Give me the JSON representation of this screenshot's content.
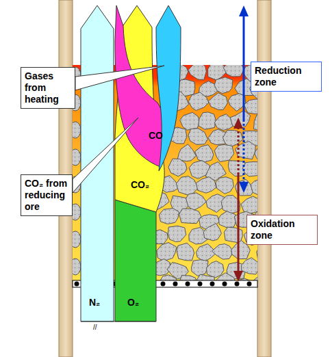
{
  "diagram": {
    "nodes": [
      {
        "text": [
          "Gases from heating"
        ]
      },
      {
        "text": [
          "CO₂ from reducing ore"
        ]
      },
      {
        "text": [
          "Reduction zone"
        ]
      },
      {
        "text": [
          "Oxidation zone"
        ]
      }
    ],
    "labels": [
      "CO",
      "CO₂",
      "N₂",
      "O₂",
      "//"
    ]
  }
}
